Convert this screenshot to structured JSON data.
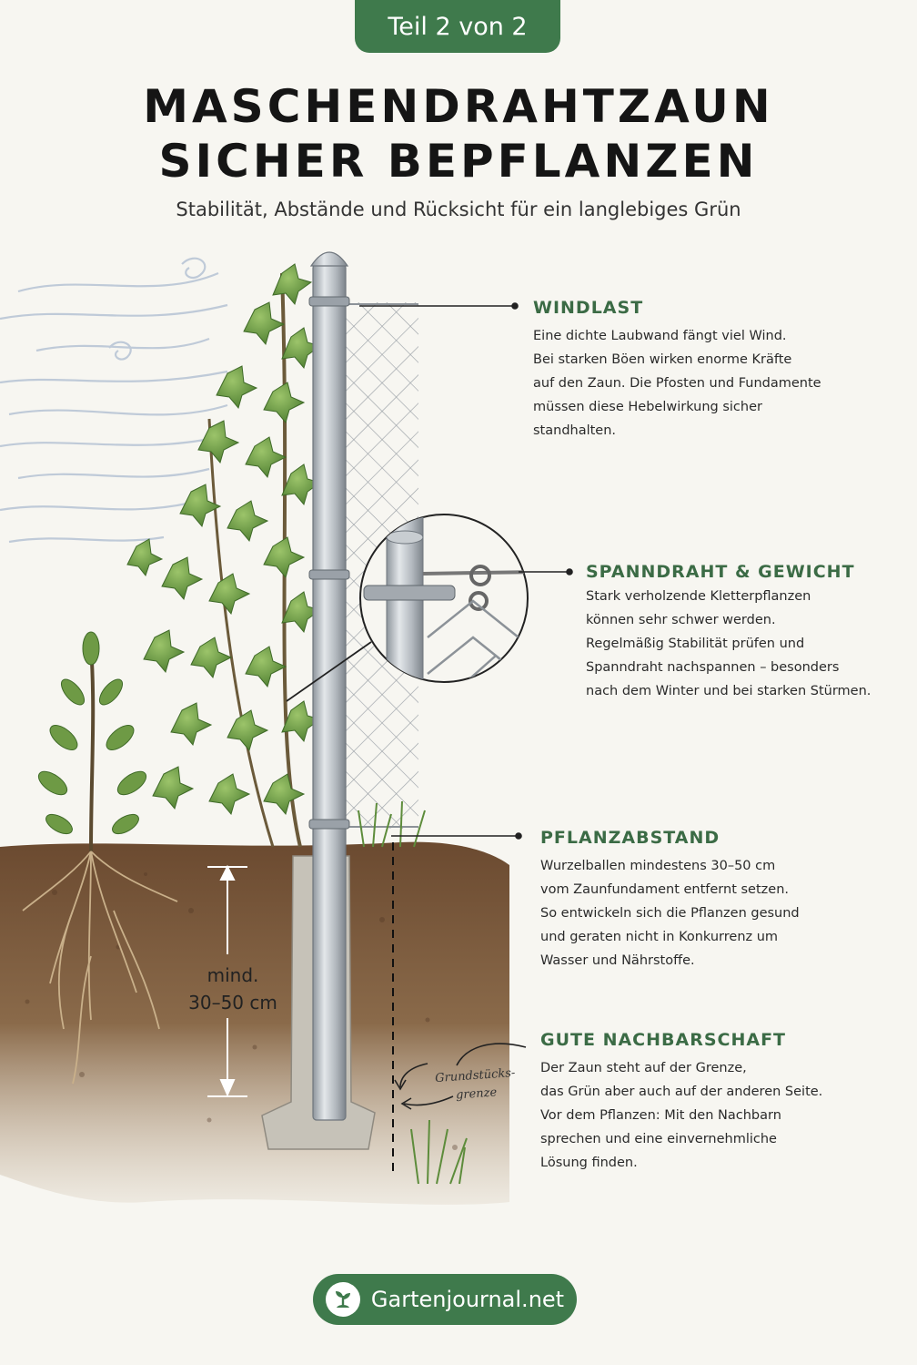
{
  "header": {
    "part_label": "Teil 2 von 2",
    "title_line1": "MASCHENDRAHTZAUN",
    "title_line2": "SICHER BEPFLANZEN",
    "subtitle": "Stabilität, Abstände und Rücksicht für ein langlebiges Grün"
  },
  "sections": [
    {
      "heading": "WINDLAST",
      "text": "Eine dichte Laubwand fängt viel Wind.\nBei starken Böen wirken enorme Kräfte\nauf den Zaun. Die Pfosten und Fundamente\nmüssen diese Hebelwirkung sicher\nstandhalten."
    },
    {
      "heading": "SPANNDRAHT & GEWICHT",
      "text": "Stark verholzende Kletterpflanzen\nkönnen sehr schwer werden.\nRegelmäßig Stabilität prüfen und\nSpanndraht nachspannen – besonders\nnach dem Winter und bei starken Stürmen."
    },
    {
      "heading": "PFLANZABSTAND",
      "text": "Wurzelballen mindestens 30–50 cm\nvom Zaunfundament entfernt setzen.\nSo entwickeln sich die Pflanzen gesund\nund geraten nicht in Konkurrenz um\nWasser und Nährstoffe."
    },
    {
      "heading": "GUTE NACHBARSCHAFT",
      "text": "Der Zaun steht auf der Grenze,\ndas Grün aber auch auf der anderen Seite.\nVor dem Pflanzen: Mit den Nachbarn\nsprechen und eine einvernehmliche\nLösung finden."
    }
  ],
  "annotations": {
    "distance_line1": "mind.",
    "distance_line2": "30–50 cm",
    "boundary_line1": "Grundstücks-",
    "boundary_line2": "grenze"
  },
  "footer": {
    "brand": "Gartenjournal.net",
    "brand_icon": "sprout-logo-icon"
  },
  "colors": {
    "accent": "#3f7a4c",
    "heading_green": "#3b6b45",
    "soil": "#7a5a3c",
    "leaf": "#5f8f3e",
    "metal": "#b8bec4"
  }
}
